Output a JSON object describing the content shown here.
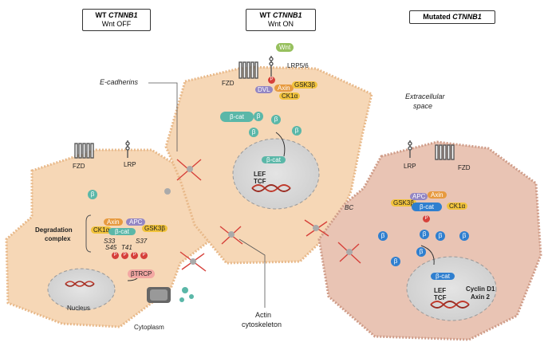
{
  "header": {
    "wt_off": {
      "gene_prefix": "WT",
      "gene": "CTNNB1",
      "state": "Wnt OFF"
    },
    "wt_on": {
      "gene_prefix": "WT",
      "gene": "CTNNB1",
      "state": "Wnt ON"
    },
    "mutated": {
      "gene_prefix": "Mutated",
      "gene": "CTNNB1"
    }
  },
  "annotations": {
    "ecadherins": "E-cadherins",
    "extracellular": "Extracellular",
    "extracellular2": "space",
    "actin": "Actin",
    "actin2": "cytoskeleton",
    "bc": "BC",
    "cytoplasm": "Cytoplasm",
    "nucleus": "Nucleus"
  },
  "left_cell": {
    "fzd": "FZD",
    "lrp": "LRP",
    "beta": "β",
    "axin": "Axin",
    "apc": "APC",
    "ck1a": "CK1α",
    "gsk3b": "GSK3β",
    "bcat": "β-cat",
    "s33": "S33",
    "s45": "S45",
    "t41": "T41",
    "s37": "S37",
    "p": "P",
    "degradation": "Degradation",
    "complex": "complex",
    "btrcp": "βTRCP"
  },
  "middle_cell": {
    "wnt": "Wnt",
    "lrp56": "LRP5/6",
    "fzd": "FZD",
    "dvl": "DVL",
    "axin": "Axin",
    "gsk3b": "GSK3β",
    "ck1a": "CK1α",
    "p": "P",
    "bcat": "β-cat",
    "beta": "β",
    "lef": "LEF",
    "tcf": "TCF"
  },
  "right_cell": {
    "lrp": "LRP",
    "fzd": "FZD",
    "gsk3b": "GSK3β",
    "apc": "APC",
    "axin": "Axin",
    "bcat": "β-cat",
    "ck1a": "CK1α",
    "p": "P",
    "beta": "β",
    "lef": "LEF",
    "tcf": "TCF",
    "cyclin": "Cyclin D1",
    "axin2": "Axin 2"
  },
  "colors": {
    "cell_wt": "#f6d7b6",
    "cell_wt_edge": "#e8b98a",
    "cell_mut": "#e9c4b4",
    "cell_mut_edge": "#cf9c88",
    "nucleus": "#d9d9d9",
    "teal": "#5ab7a8",
    "blue": "#2f7fcf",
    "red": "#d6403a",
    "orange": "#e79a3f",
    "yellow": "#f1c33c",
    "purple": "#9386c3",
    "green": "#97c05e",
    "btrcp": "#f3a7a3"
  }
}
